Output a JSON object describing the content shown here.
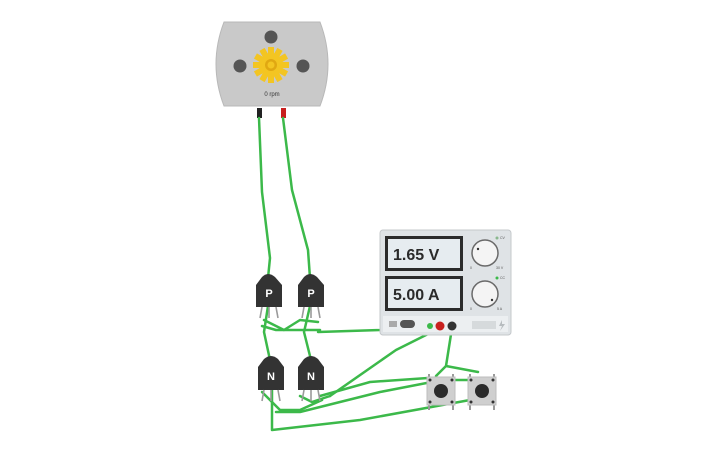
{
  "motor": {
    "speed_label": "0 rpm"
  },
  "power_supply": {
    "voltage_display": "1.65 V",
    "current_display": "5.00 A",
    "voltage_knob": {
      "min_label": "0",
      "max_label": "30 V",
      "on_label": "CV"
    },
    "current_knob": {
      "min_label": "0",
      "max_label": "5 A",
      "on_label": "CC"
    }
  },
  "transistors": [
    {
      "type_label": "P"
    },
    {
      "type_label": "P"
    },
    {
      "type_label": "N"
    },
    {
      "type_label": "N"
    }
  ],
  "pushbuttons": [
    {},
    {}
  ],
  "colors": {
    "wire": "#3cb94a",
    "motor_body": "#c9c9c9",
    "gear": "#f3c522",
    "transistor": "#333333",
    "lcd": "#e6ecf0",
    "terminal_red": "#c8201e"
  }
}
